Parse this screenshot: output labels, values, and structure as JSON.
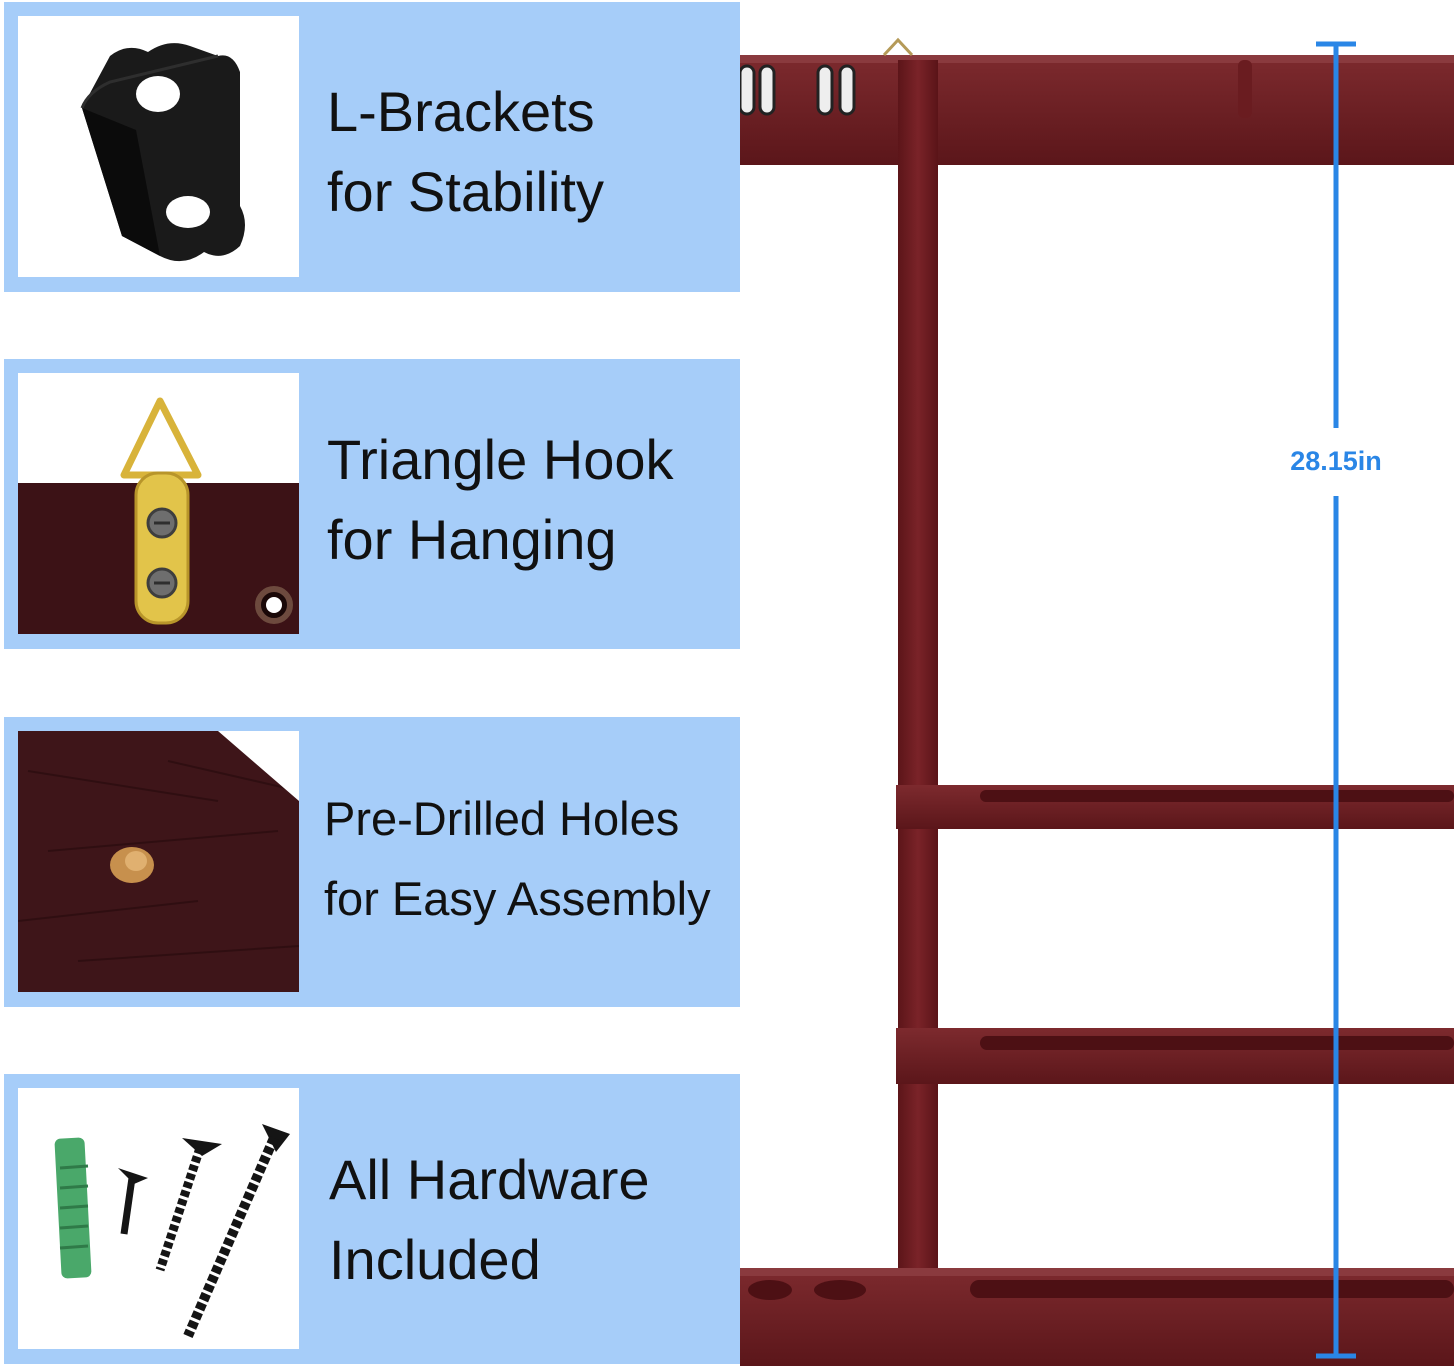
{
  "features": [
    {
      "icon": "l-bracket-icon",
      "line1": "L-Brackets",
      "line2": "for Stability"
    },
    {
      "icon": "triangle-hook-icon",
      "line1": "Triangle Hook",
      "line2": "for Hanging"
    },
    {
      "icon": "drilled-hole-icon",
      "line1": "Pre-Drilled Holes",
      "line2": "for Easy Assembly"
    },
    {
      "icon": "hardware-screws-icon",
      "line1": "All Hardware",
      "line2": "Included"
    }
  ],
  "dimension": {
    "height_label": "28.15in"
  },
  "colors": {
    "panel": "#a6cdf9",
    "wood": "#6e1e22",
    "dimension_line": "#2a86e6"
  }
}
